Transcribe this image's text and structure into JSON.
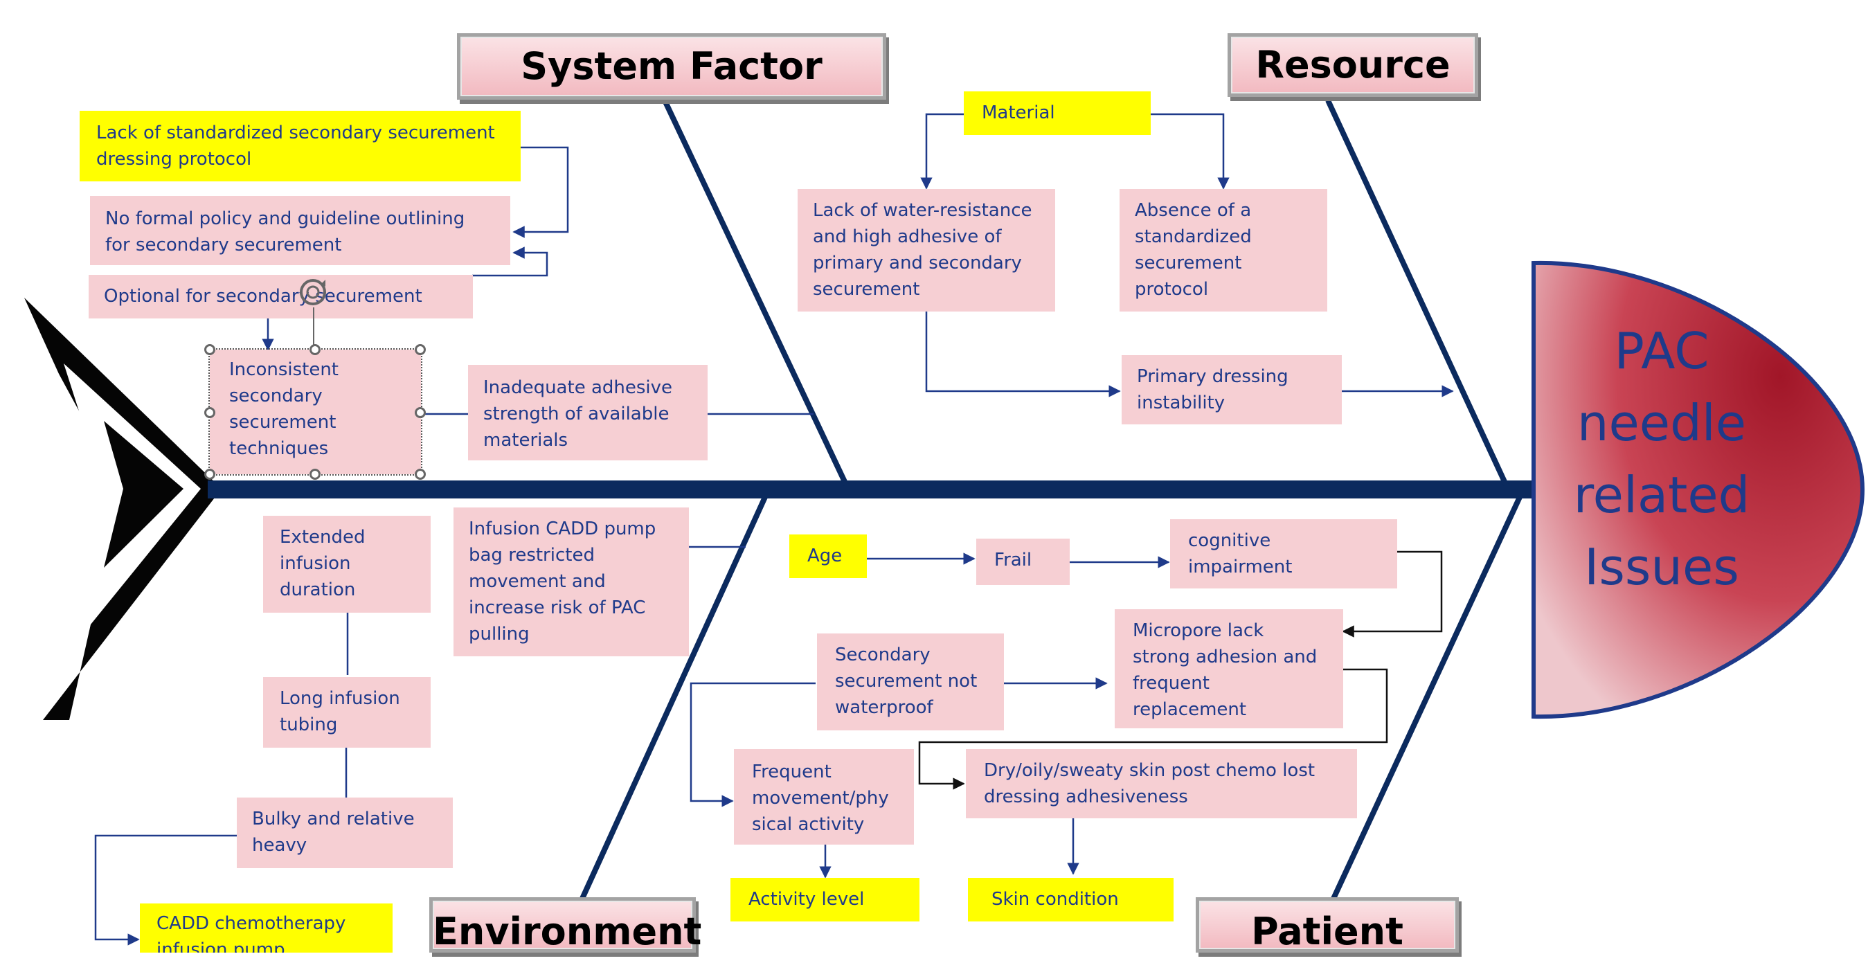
{
  "categories": {
    "system_factor": "System Factor",
    "resource": "Resource",
    "environment": "Environment",
    "patient": "Patient"
  },
  "head": "PAC\nneedle\nrelated\nIssues",
  "system_factor_causes": {
    "lack_standardized": "Lack of standardized secondary securement\ndressing  protocol",
    "no_formal_policy": "No formal policy and guideline outlining\nfor secondary securement",
    "optional": "Optional for secondary securement",
    "inconsistent": "Inconsistent\nsecondary\nsecurement\ntechniques",
    "inadequate_adhesive": "Inadequate adhesive\nstrength of available\nmaterials"
  },
  "resource_causes": {
    "material": "Material",
    "water_resistance": "Lack of water-resistance\nand high adhesive of\nprimary and secondary\nsecurement",
    "absence_protocol": "Absence of a\nstandardized\nsecurement\nprotocol",
    "primary_instability": "Primary dressing\ninstability"
  },
  "environment_causes": {
    "extended_infusion": "Extended\ninfusion\nduration",
    "cadd_bag": "Infusion CADD pump\nbag restricted\nmovement and\nincrease risk of PAC\npulling",
    "long_tubing": "Long infusion\ntubing",
    "bulky": "Bulky and relative\nheavy",
    "cadd_pump": "CADD chemotherapy\ninfusion pump"
  },
  "patient_causes": {
    "age": "Age",
    "frail": "Frail",
    "cognitive": "cognitive\nimpairment",
    "micropore": "Micropore lack\nstrong adhesion and\nfrequent\nreplacement",
    "not_waterproof": "Secondary\nsecurement not\nwaterproof",
    "frequent_movement": "Frequent\nmovement/phy\nsical activity",
    "dry_skin": "Dry/oily/sweaty  skin post chemo lost\ndressing adhesiveness",
    "activity_level": "Activity level",
    "skin_condition": "Skin condition"
  },
  "colors": {
    "spine": "#0b2a5e",
    "box": "#f6cfd3",
    "highlight": "#ffff00",
    "text": "#1f3a8a",
    "head_fill": "#c0394a"
  }
}
